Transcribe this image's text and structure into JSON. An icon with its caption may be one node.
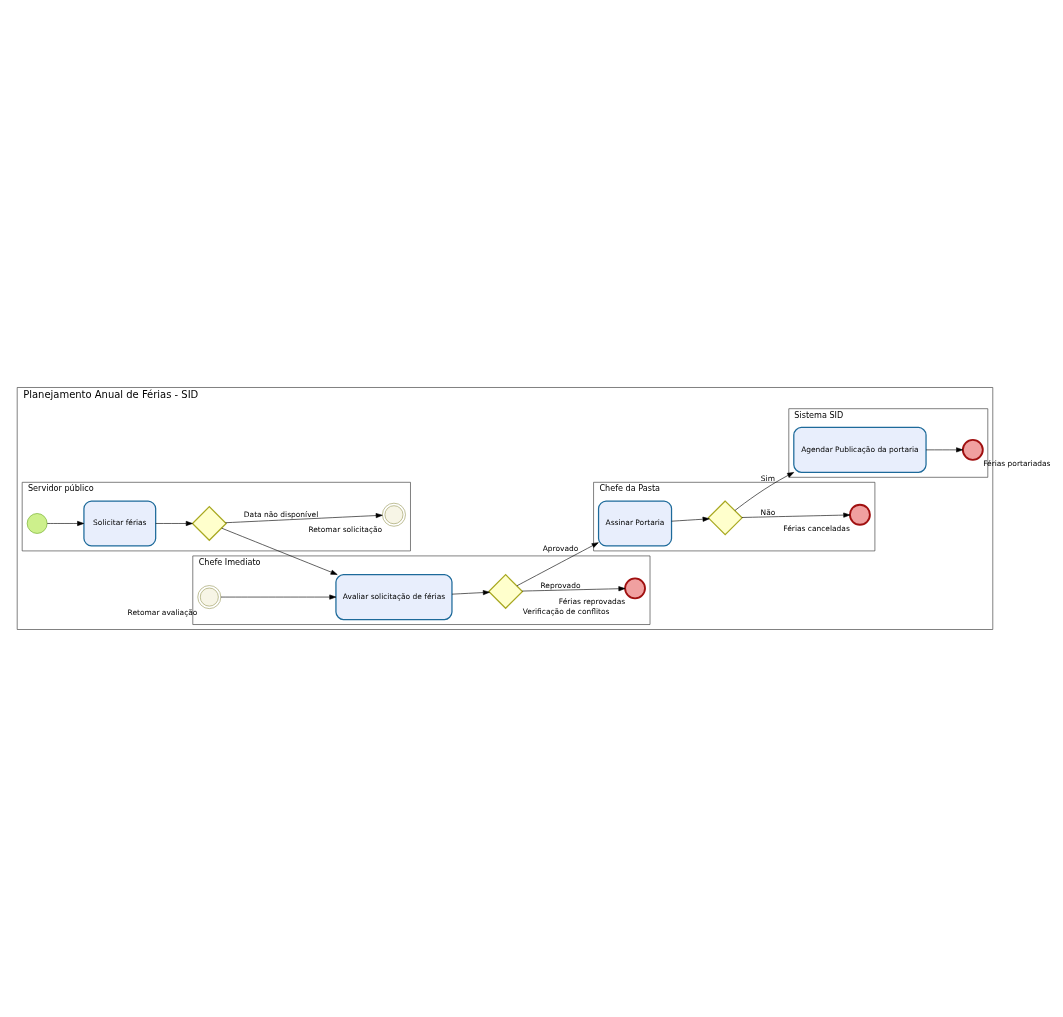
{
  "diagram": {
    "nodes": [
      {
        "text": [
          "Planejamento Anual de Férias - SID"
        ]
      },
      {
        "text": [
          "Servidor público"
        ],
        "in": 0
      },
      {
        "text": [
          "Chefe Imediato"
        ],
        "in": 0
      },
      {
        "text": [
          "Chefe da Pasta"
        ],
        "in": 0
      },
      {
        "text": [
          "Sistema SID"
        ],
        "in": 0
      },
      {
        "text": [],
        "shape": "circle",
        "in": 1
      },
      {
        "text": [
          "Solicitar férias"
        ],
        "in": 1
      },
      {
        "text": [],
        "shape": "diamond",
        "in": 1
      },
      {
        "text": [],
        "shape": "circle",
        "beside": [
          "Retomar solicitação"
        ],
        "in": 1
      },
      {
        "text": [],
        "shape": "circle",
        "beside": [
          "Retomar avaliação"
        ],
        "in": 2
      },
      {
        "text": [
          "Avaliar solicitação de férias"
        ],
        "in": 2
      },
      {
        "text": [],
        "shape": "diamond",
        "beside": [
          "Verificação de conflitos"
        ],
        "in": 2
      },
      {
        "text": [],
        "shape": "circle",
        "beside": [
          "Férias reprovadas"
        ],
        "in": 2
      },
      {
        "text": [
          "Assinar Portaria"
        ],
        "in": 3
      },
      {
        "text": [],
        "shape": "diamond",
        "in": 3
      },
      {
        "text": [],
        "shape": "circle",
        "beside": [
          "Férias canceladas"
        ],
        "in": 3
      },
      {
        "text": [
          "Agendar Publicação da portaria"
        ],
        "in": 4
      },
      {
        "text": [],
        "shape": "circle",
        "beside": [
          "Férias portariadas"
        ],
        "in": 4
      }
    ],
    "edges": [
      {
        "from": 5,
        "to": 6,
        "arrow": "to"
      },
      {
        "from": 6,
        "to": 7,
        "arrow": "to"
      },
      {
        "from": 7,
        "to": 8,
        "arrow": "to",
        "label": "Data não disponível"
      },
      {
        "from": 7,
        "to": 10,
        "arrow": "to"
      },
      {
        "from": 9,
        "to": 10,
        "arrow": "to"
      },
      {
        "from": 10,
        "to": 11,
        "arrow": "to"
      },
      {
        "from": 11,
        "to": 12,
        "arrow": "to",
        "label": "Reprovado"
      },
      {
        "from": 11,
        "to": 13,
        "arrow": "to",
        "label": "Aprovado"
      },
      {
        "from": 13,
        "to": 14,
        "arrow": "to"
      },
      {
        "from": 14,
        "to": 15,
        "arrow": "to",
        "label": "Não"
      },
      {
        "from": 14,
        "to": 16,
        "arrow": "to",
        "label": "Sim"
      },
      {
        "from": 16,
        "to": 17,
        "arrow": "to"
      }
    ]
  }
}
